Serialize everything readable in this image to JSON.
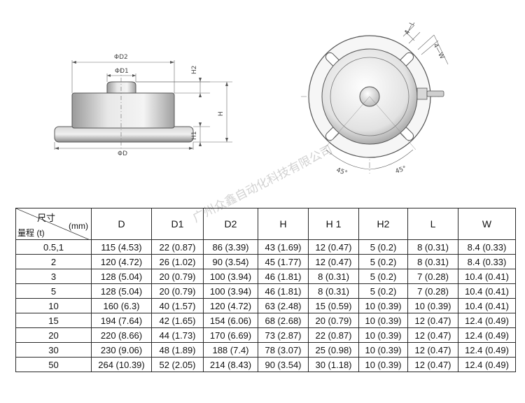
{
  "drawing_labels": {
    "d2": "ΦD2",
    "d1": "ΦD1",
    "d": "ΦD",
    "h2": "H2",
    "h": "H",
    "h1": "H1",
    "l": "4—L",
    "w": "4—W",
    "angle_left": "45°",
    "angle_right": "45°"
  },
  "watermark": "广州众鑫自动化科技有限公司",
  "table": {
    "corner_top": "尺寸",
    "corner_unit": "(mm)",
    "corner_bottom": "量程 (t)",
    "columns": [
      "D",
      "D1",
      "D2",
      "H",
      "H 1",
      "H2",
      "L",
      "W"
    ],
    "rows": [
      [
        "0.5,1",
        "115 (4.53)",
        "22 (0.87)",
        "86 (3.39)",
        "43 (1.69)",
        "12 (0.47)",
        "5 (0.2)",
        "8 (0.31)",
        "8.4 (0.33)"
      ],
      [
        "2",
        "120 (4.72)",
        "26 (1.02)",
        "90 (3.54)",
        "45 (1.77)",
        "12 (0.47)",
        "5 (0.2)",
        "8 (0.31)",
        "8.4 (0.33)"
      ],
      [
        "3",
        "128 (5.04)",
        "20 (0.79)",
        "100 (3.94)",
        "46 (1.81)",
        "8 (0.31)",
        "5 (0.2)",
        "7 (0.28)",
        "10.4 (0.41)"
      ],
      [
        "5",
        "128 (5.04)",
        "20 (0.79)",
        "100 (3.94)",
        "46 (1.81)",
        "8 (0.31)",
        "5 (0.2)",
        "7 (0.28)",
        "10.4 (0.41)"
      ],
      [
        "10",
        "160 (6.3)",
        "40 (1.57)",
        "120 (4.72)",
        "63 (2.48)",
        "15 (0.59)",
        "10 (0.39)",
        "10 (0.39)",
        "10.4 (0.41)"
      ],
      [
        "15",
        "194 (7.64)",
        "42 (1.65)",
        "154 (6.06)",
        "68 (2.68)",
        "20 (0.79)",
        "10 (0.39)",
        "12 (0.47)",
        "12.4 (0.49)"
      ],
      [
        "20",
        "220 (8.66)",
        "44 (1.73)",
        "170 (6.69)",
        "73 (2.87)",
        "22 (0.87)",
        "10 (0.39)",
        "12 (0.47)",
        "12.4 (0.49)"
      ],
      [
        "30",
        "230 (9.06)",
        "48 (1.89)",
        "188 (7.4)",
        "78 (3.07)",
        "25 (0.98)",
        "10 (0.39)",
        "12 (0.47)",
        "12.4 (0.49)"
      ],
      [
        "50",
        "264 (10.39)",
        "52 (2.05)",
        "214 (8.43)",
        "90 (3.54)",
        "30 (1.18)",
        "10 (0.39)",
        "12 (0.47)",
        "12.4 (0.49)"
      ]
    ]
  }
}
